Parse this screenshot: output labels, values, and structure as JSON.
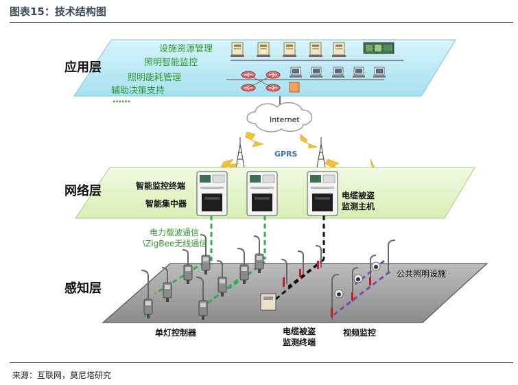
{
  "figure_title": "图表15：技术结构图",
  "source": "来源：互联网，莫尼塔研究",
  "layers": {
    "application": "应用层",
    "network": "网络层",
    "perception": "感知层"
  },
  "application_functions": [
    "设施资源管理",
    "照明智能监控",
    "照明能耗管理",
    "辅助决策支持",
    "……"
  ],
  "internet_label": "Internet",
  "gprs_label": "GPRS",
  "network_labels": {
    "monitor_terminal": "智能监控终端",
    "concentrator": "智能集中器",
    "cable_host_line1": "电缆被盗",
    "cable_host_line2": "监测主机"
  },
  "communication_label": {
    "line1": "电力载波通信",
    "line2": "\\ZigBee无线通信"
  },
  "perception_labels": {
    "public_lighting": "公共照明设施",
    "single_lamp_controller": "单灯控制器",
    "cable_terminal_line1": "电缆被盗",
    "cable_terminal_line2": "监测终端",
    "video_monitoring": "视频监控"
  },
  "colors": {
    "app_layer_fill": "#bfe9f4",
    "network_layer_fill": "#e4f4c8",
    "perception_layer_fill": "#a9a9a9",
    "link_green": "#2bb24c",
    "link_black": "#111111",
    "link_purple": "#7a4ab0",
    "label_green": "#2e9a2e",
    "lightning": "#f4c430"
  }
}
